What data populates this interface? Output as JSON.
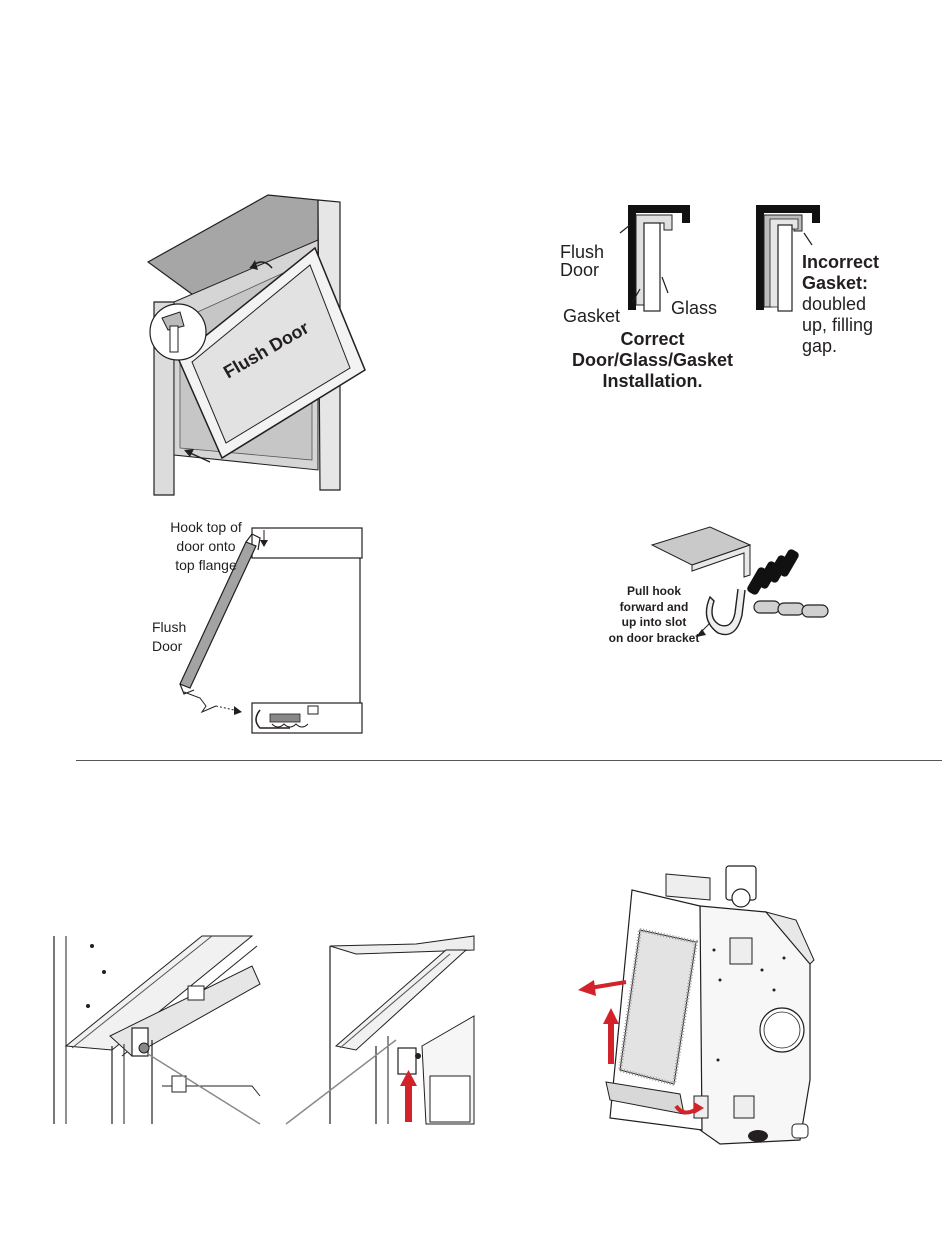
{
  "fig_flush_door": {
    "door_label": "Flush Door"
  },
  "fig_gasket": {
    "flush_door_label": "Flush\nDoor",
    "gasket_label": "Gasket",
    "glass_label": "Glass",
    "correct_caption": "Correct\nDoor/Glass/Gasket\nInstallation.",
    "incorrect_title": "Incorrect\nGasket:",
    "incorrect_desc": "doubled\nup, filling\ngap."
  },
  "fig_hook_side": {
    "hook_instruction": "Hook top of\ndoor onto\ntop flange",
    "door_label": "Flush\nDoor"
  },
  "fig_pull_hook": {
    "instruction": "Pull hook\nforward and\nup into slot\non door bracket"
  },
  "colors": {
    "arrow_red": "#d2232a",
    "line_dark": "#231f20",
    "gray_fill": "#bdbdbd"
  }
}
